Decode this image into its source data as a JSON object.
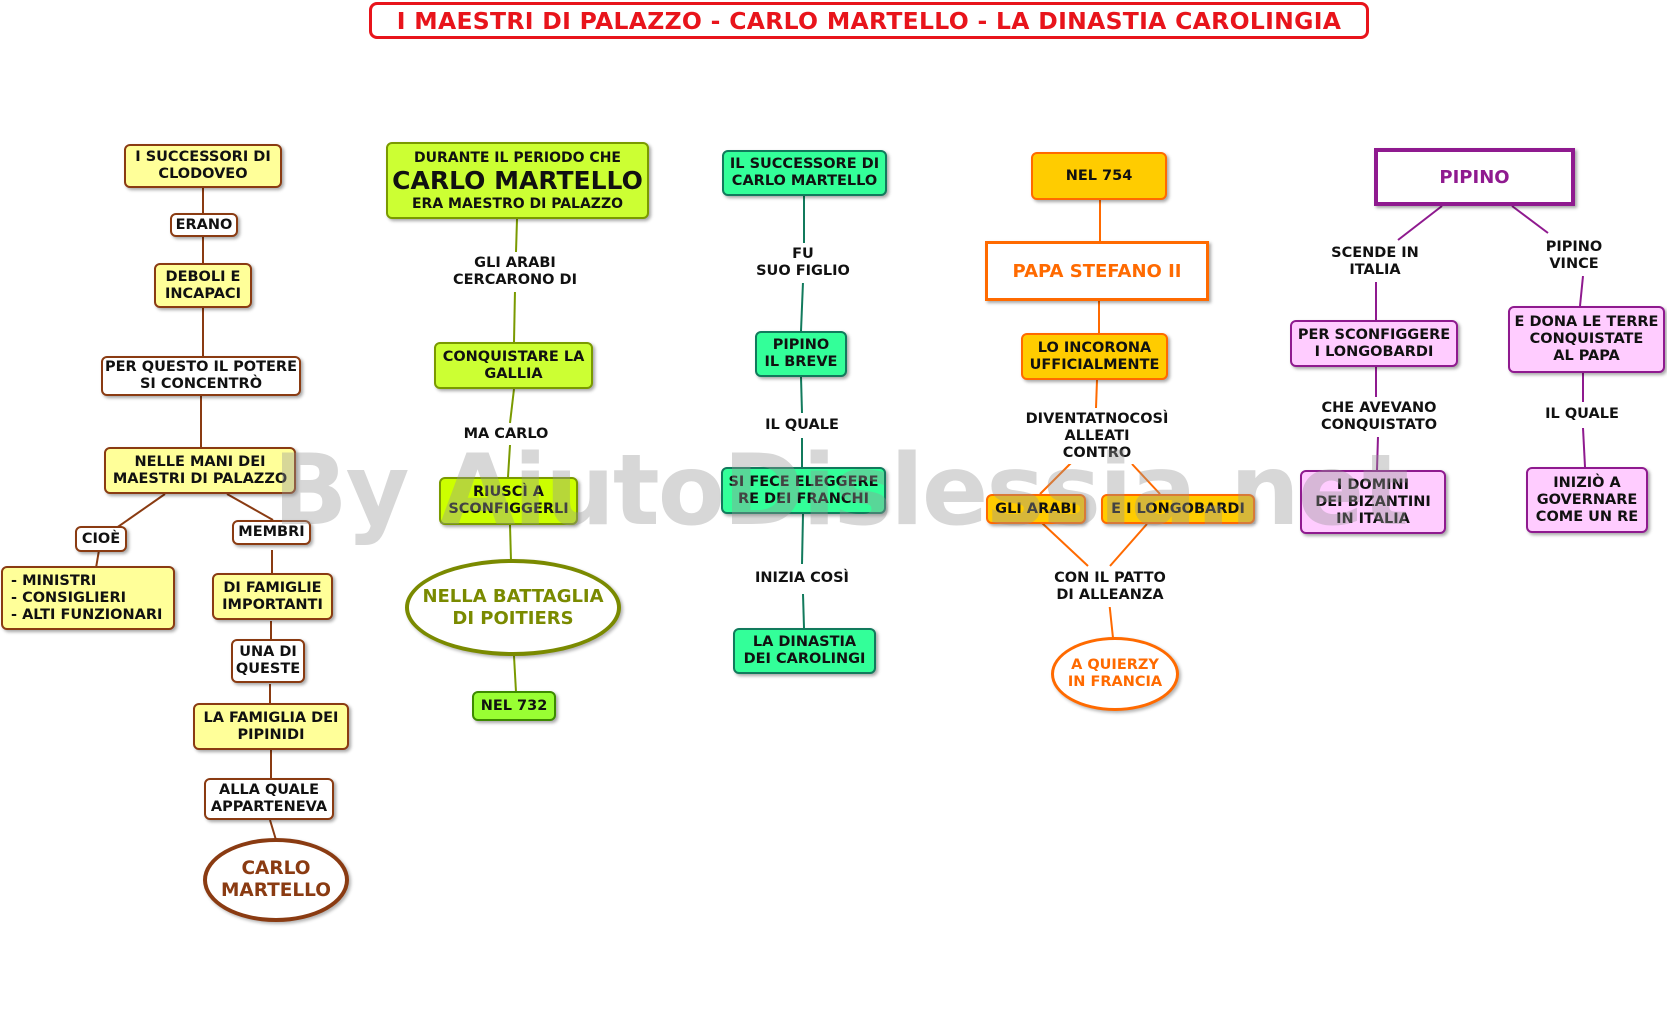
{
  "title": "I MAESTRI DI PALAZZO - CARLO MARTELLO - LA DINASTIA CAROLINGIA",
  "watermark": "By AiutoDislessia.net",
  "col1": {
    "n1": "I SUCCESSORI DI\nCLODOVEO",
    "l1": "ERANO",
    "n2": "DEBOLI E\nINCAPACI",
    "n3": "PER QUESTO IL POTERE\nSI CONCENTRÒ",
    "n4": "NELLE MANI DEI\nMAESTRI DI PALAZZO",
    "l2": "CIOÈ",
    "l3": "MEMBRI",
    "n5": "- MINISTRI\n- CONSIGLIERI\n- ALTI FUNZIONARI",
    "n6": "DI FAMIGLIE\nIMPORTANTI",
    "l4": "UNA DI\nQUESTE",
    "n7": "LA FAMIGLIA DEI\nPIPINIDI",
    "l5": "ALLA QUALE\nAPPARTENEVA",
    "n8": "CARLO\nMARTELLO"
  },
  "col2": {
    "n1_pre": "DURANTE IL PERIODO CHE",
    "n1_main": "CARLO MARTELLO",
    "n1_post": "ERA MAESTRO DI PALAZZO",
    "l1": "GLI ARABI\nCERCARONO DI",
    "n2": "CONQUISTARE LA\nGALLIA",
    "l2": "MA CARLO",
    "n3": "RIUSCÌ A\nSCONFIGGERLI",
    "n4": "NELLA BATTAGLIA\nDI POITIERS",
    "n5": "NEL 732"
  },
  "col3": {
    "n1": "IL SUCCESSORE DI\nCARLO MARTELLO",
    "l1": "FU\nSUO FIGLIO",
    "n2": "PIPINO\nIL BREVE",
    "l2": "IL QUALE",
    "n3": "SI FECE ELEGGERE\nRE DEI FRANCHI",
    "l3": "INIZIA COSÌ",
    "n4": "LA DINASTIA\nDEI CAROLINGI"
  },
  "col4": {
    "n1": "NEL 754",
    "n2": "PAPA STEFANO II",
    "n3": "LO INCORONA\nUFFICIALMENTE",
    "l1": "DIVENTATNOCOSÌ\nALLEATI\nCONTRO",
    "n4": "GLI ARABI",
    "n5": "E I LONGOBARDI",
    "l2": "CON IL PATTO\nDI ALLEANZA",
    "n6": "A QUIERZY\nIN FRANCIA"
  },
  "col5": {
    "n1": "PIPINO",
    "l1": "SCENDE IN\nITALIA",
    "l2": "PIPINO\nVINCE",
    "n2": "PER SCONFIGGERE\nI LONGOBARDI",
    "n3": "E DONA LE TERRE\nCONQUISTATE\nAL PAPA",
    "l3": "CHE AVEVANO\nCONQUISTATO",
    "l4": "IL QUALE",
    "n4": "I DOMINI\nDEI BIZANTINI\nIN ITALIA",
    "n5": "INIZIÒ A\nGOVERNARE\nCOME UN RE"
  },
  "colors": {
    "title": "#e8141b",
    "brown": "#8a3b12",
    "olive": "#7a9a00",
    "teal": "#117a5c",
    "orange": "#ff6a00",
    "purple": "#8f1a8f"
  }
}
